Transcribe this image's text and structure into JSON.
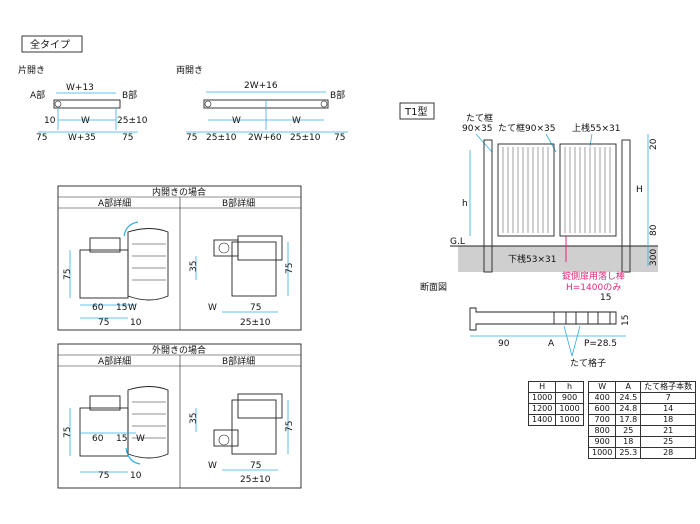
{
  "header": {
    "all_types": "全タイプ"
  },
  "single": {
    "title": "片開き",
    "a_part": "A部",
    "b_part": "B部",
    "w13": "W+13",
    "d10": "10",
    "w": "W",
    "d25": "25±10",
    "d75a": "75",
    "w35": "W+35",
    "d75b": "75"
  },
  "double": {
    "title": "両開き",
    "w16": "2W+16",
    "b_part": "B部",
    "w1": "W",
    "w2": "W",
    "d75a": "75",
    "d25a": "25±10",
    "w60": "2W+60",
    "d25b": "25±10",
    "d75b": "75"
  },
  "inner": {
    "title": "内開きの場合",
    "a_detail": "A部詳細",
    "b_detail": "B部詳細",
    "a75": "75",
    "a60": "60",
    "a15": "15",
    "aw": "W",
    "a75b": "75",
    "a10": "10",
    "b35": "35",
    "b75v": "75",
    "bw": "W",
    "b75": "75",
    "b25": "25±10"
  },
  "outer": {
    "title": "外開きの場合",
    "a_detail": "A部詳細",
    "b_detail": "B部詳細",
    "a75": "75",
    "a60": "60",
    "a15": "15",
    "aw": "W",
    "a75b": "75",
    "a10": "10",
    "b35": "35",
    "b75v": "75",
    "bw": "W",
    "b75": "75",
    "b25": "25±10"
  },
  "t1": {
    "title": "T1型",
    "post": "たて框",
    "post_size": "90×35",
    "mid_post": "たて框90×35",
    "top_rail": "上桟55×31",
    "h": "h",
    "gl": "G.L",
    "H": "H",
    "d20": "20",
    "d80": "80",
    "d300": "300",
    "bottom_rail": "下桟53×31",
    "drop_bolt": "錠側扉用落し棒",
    "drop_bolt_note": "H=1400のみ"
  },
  "section": {
    "title": "断面図",
    "d15a": "15",
    "d15b": "15",
    "d90": "90",
    "a": "A",
    "pitch": "P=28.5",
    "lattice": "たて格子"
  },
  "table_h": {
    "headers": [
      "H",
      "h"
    ],
    "rows": [
      [
        "1000",
        "900"
      ],
      [
        "1200",
        "1000"
      ],
      [
        "1400",
        "1000"
      ]
    ]
  },
  "table_w": {
    "headers": [
      "W",
      "A",
      "たて格子本数"
    ],
    "rows": [
      [
        "400",
        "24.5",
        "7"
      ],
      [
        "600",
        "24.8",
        "14"
      ],
      [
        "700",
        "17.8",
        "18"
      ],
      [
        "800",
        "25",
        "21"
      ],
      [
        "900",
        "18",
        "25"
      ],
      [
        "1000",
        "25.3",
        "28"
      ]
    ]
  }
}
